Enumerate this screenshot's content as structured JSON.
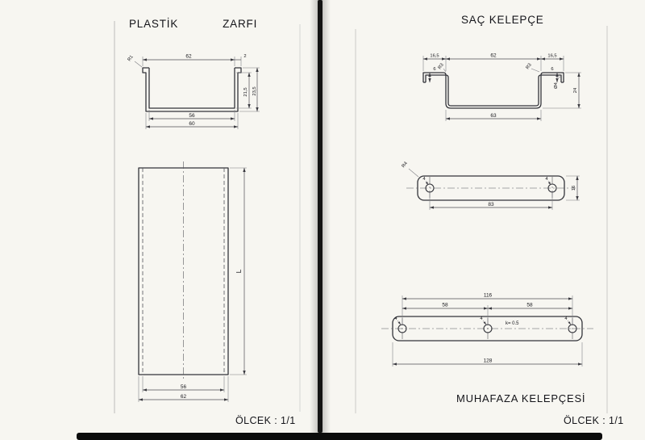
{
  "left_page": {
    "title_word1": "PLASTİK",
    "title_word2": "ZARFI",
    "scale_label": "ÖLCEK : 1/1",
    "section": {
      "dim_width_top": "62",
      "dim_lip": "2",
      "dim_radius": "R1",
      "dim_depth_inner": "21,5",
      "dim_depth_outer": "23,5",
      "dim_width_inner": "56",
      "dim_width_outer": "60"
    },
    "elevation": {
      "dim_length": "L",
      "dim_width_inner": "56",
      "dim_width_outer": "62"
    }
  },
  "right_page": {
    "title": "SAÇ KELEPÇE",
    "caption": "MUHAFAZA KELEPÇESİ",
    "scale_label": "ÖLCEK : 1/1",
    "section": {
      "dim_flange_left": "16,5",
      "dim_lip_left": "6",
      "dim_radius_left": "R3",
      "dim_width_top": "62",
      "dim_radius_right": "R3",
      "dim_lip_right": "6",
      "dim_flange_right": "16,5",
      "dim_hole": "Ø4",
      "dim_height": "24",
      "dim_width_bottom": "63"
    },
    "clamp_view": {
      "dim_radius": "R4",
      "dim_hole_left": "4",
      "dim_hole_right": "4",
      "dim_hole_spacing": "83",
      "dim_height": "16"
    },
    "guard_view": {
      "dim_span_total": "116",
      "dim_span_left": "58",
      "dim_span_right": "58",
      "dim_k": "k= 0.5",
      "dim_hole_left": "4",
      "dim_hole_center": "4",
      "dim_hole_right": "4",
      "dim_length": "128"
    }
  }
}
